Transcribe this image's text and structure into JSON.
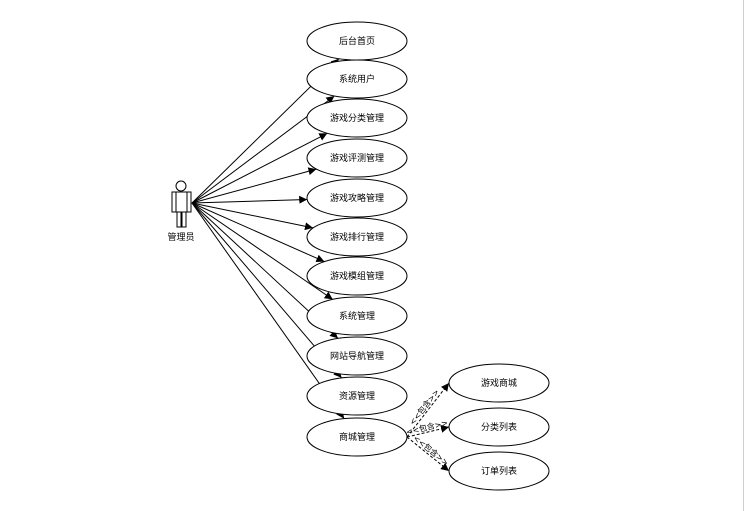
{
  "actor": {
    "label": "管理员"
  },
  "use_cases": [
    {
      "label": "后台首页"
    },
    {
      "label": "系统用户"
    },
    {
      "label": "游戏分类管理"
    },
    {
      "label": "游戏评测管理"
    },
    {
      "label": "游戏攻略管理"
    },
    {
      "label": "游戏排行管理"
    },
    {
      "label": "游戏模组管理"
    },
    {
      "label": "系统管理"
    },
    {
      "label": "网站导航管理"
    },
    {
      "label": "资源管理"
    },
    {
      "label": "商城管理"
    }
  ],
  "sub_cases": [
    {
      "label": "游戏商城"
    },
    {
      "label": "分类列表"
    },
    {
      "label": "订单列表"
    }
  ],
  "include_label": "<<包含>>"
}
